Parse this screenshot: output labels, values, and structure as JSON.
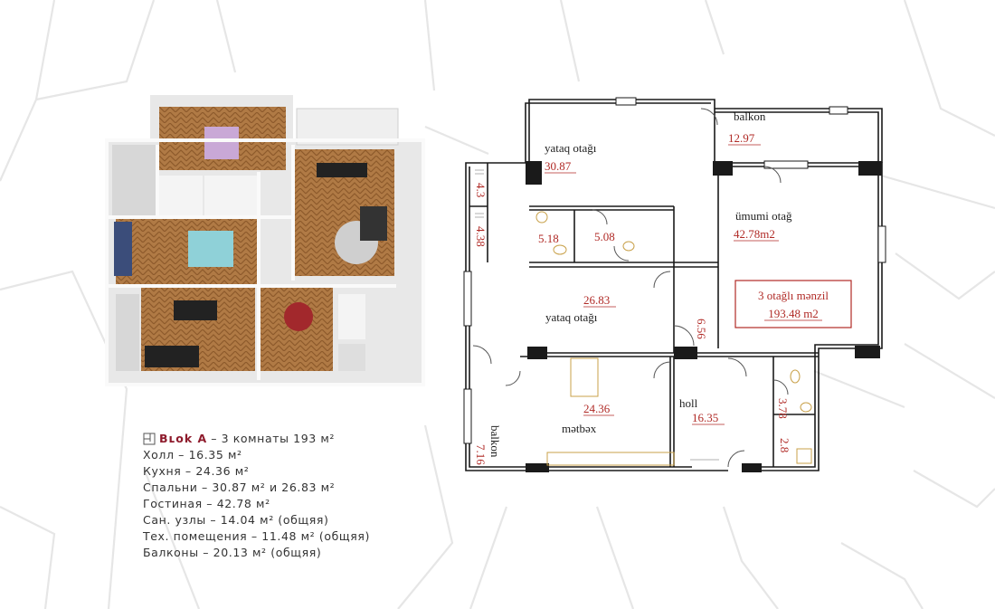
{
  "colors": {
    "accent": "#8e1b2c",
    "plan_number": "#b02a26",
    "wall": "#1a1a1a",
    "background_lines": "#e3e3e3"
  },
  "info": {
    "header_icon": "floorplan-icon",
    "block": "Bʟok A",
    "title": "– 3 комнаты 193 м²",
    "lines": [
      "Холл – 16.35 м²",
      "Кухня – 24.36 м²",
      "Спальни – 30.87 м² и 26.83 м²",
      "Гостиная – 42.78 м²",
      "Сан. узлы – 14.04 м² (общяя)",
      "Тех. помещения – 11.48 м² (общяя)",
      "Балконы – 20.13 м² (общяя)"
    ]
  },
  "plan": {
    "rooms": {
      "balkon_top": {
        "label": "balkon",
        "area": "12.97"
      },
      "yataq_1": {
        "label": "yataq otağı",
        "area": "30.87"
      },
      "umumi": {
        "label": "ümumi otağ",
        "area": "42.78m2"
      },
      "yataq_2": {
        "label": "yataq otağı",
        "area": "26.83"
      },
      "metbex": {
        "label": "mətbəx",
        "area": "24.36"
      },
      "holl": {
        "label": "holl",
        "area": "16.35"
      },
      "balkon_side": {
        "label": "balkon",
        "area": "7.16"
      }
    },
    "small_areas": {
      "closet_a": "4.3",
      "closet_b": "4.38",
      "wc_a": "5.18",
      "wc_b": "5.08",
      "corridor": "6.56",
      "wc_c": "3.78",
      "laundry": "2.8"
    },
    "summary": {
      "title": "3 otağlı mənzil",
      "area": "193.48 m2"
    }
  }
}
